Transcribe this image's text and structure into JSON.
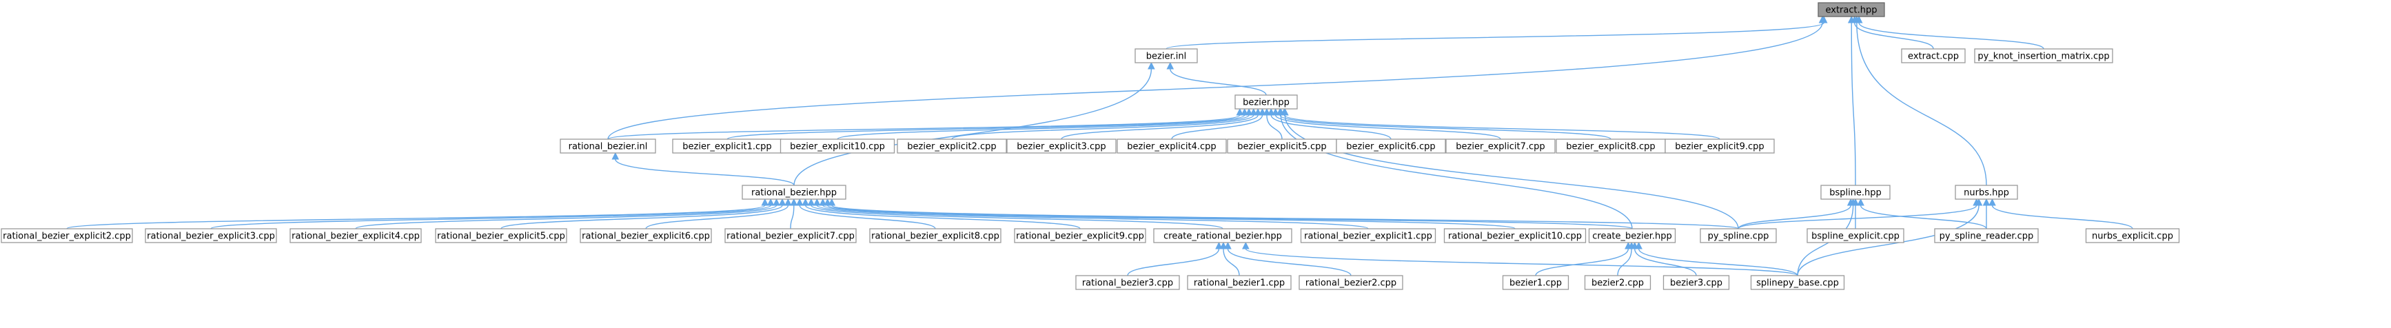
{
  "diagram": {
    "nodes": [
      {
        "id": "extract_hpp",
        "label": "extract.hpp",
        "root": true
      },
      {
        "id": "bezier_inl",
        "label": "bezier.inl"
      },
      {
        "id": "extract_cpp",
        "label": "extract.cpp"
      },
      {
        "id": "py_knot",
        "label": "py_knot_insertion_matrix.cpp"
      },
      {
        "id": "bezier_hpp",
        "label": "bezier.hpp"
      },
      {
        "id": "rational_bezier_inl",
        "label": "rational_bezier.inl"
      },
      {
        "id": "bezier_explicit1",
        "label": "bezier_explicit1.cpp"
      },
      {
        "id": "bezier_explicit10",
        "label": "bezier_explicit10.cpp"
      },
      {
        "id": "bezier_explicit2",
        "label": "bezier_explicit2.cpp"
      },
      {
        "id": "bezier_explicit3",
        "label": "bezier_explicit3.cpp"
      },
      {
        "id": "bezier_explicit4",
        "label": "bezier_explicit4.cpp"
      },
      {
        "id": "bezier_explicit5",
        "label": "bezier_explicit5.cpp"
      },
      {
        "id": "bezier_explicit6",
        "label": "bezier_explicit6.cpp"
      },
      {
        "id": "bezier_explicit7",
        "label": "bezier_explicit7.cpp"
      },
      {
        "id": "bezier_explicit8",
        "label": "bezier_explicit8.cpp"
      },
      {
        "id": "bezier_explicit9",
        "label": "bezier_explicit9.cpp"
      },
      {
        "id": "rational_bezier_hpp",
        "label": "rational_bezier.hpp"
      },
      {
        "id": "bspline_hpp",
        "label": "bspline.hpp"
      },
      {
        "id": "nurbs_hpp",
        "label": "nurbs.hpp"
      },
      {
        "id": "rbe2",
        "label": "rational_bezier_explicit2.cpp"
      },
      {
        "id": "rbe3",
        "label": "rational_bezier_explicit3.cpp"
      },
      {
        "id": "rbe4",
        "label": "rational_bezier_explicit4.cpp"
      },
      {
        "id": "rbe5",
        "label": "rational_bezier_explicit5.cpp"
      },
      {
        "id": "rbe6",
        "label": "rational_bezier_explicit6.cpp"
      },
      {
        "id": "rbe7",
        "label": "rational_bezier_explicit7.cpp"
      },
      {
        "id": "rbe8",
        "label": "rational_bezier_explicit8.cpp"
      },
      {
        "id": "rbe9",
        "label": "rational_bezier_explicit9.cpp"
      },
      {
        "id": "create_rational_bezier_hpp",
        "label": "create_rational_bezier.hpp"
      },
      {
        "id": "rbe1",
        "label": "rational_bezier_explicit1.cpp"
      },
      {
        "id": "rbe10",
        "label": "rational_bezier_explicit10.cpp"
      },
      {
        "id": "create_bezier_hpp",
        "label": "create_bezier.hpp"
      },
      {
        "id": "py_spline_cpp",
        "label": "py_spline.cpp"
      },
      {
        "id": "bspline_explicit",
        "label": "bspline_explicit.cpp"
      },
      {
        "id": "py_spline_reader",
        "label": "py_spline_reader.cpp"
      },
      {
        "id": "nurbs_explicit",
        "label": "nurbs_explicit.cpp"
      },
      {
        "id": "rational_bezier3",
        "label": "rational_bezier3.cpp"
      },
      {
        "id": "rational_bezier1",
        "label": "rational_bezier1.cpp"
      },
      {
        "id": "rational_bezier2",
        "label": "rational_bezier2.cpp"
      },
      {
        "id": "bezier1",
        "label": "bezier1.cpp"
      },
      {
        "id": "bezier2",
        "label": "bezier2.cpp"
      },
      {
        "id": "bezier3",
        "label": "bezier3.cpp"
      },
      {
        "id": "splinepy_base",
        "label": "splinepy_base.cpp"
      }
    ],
    "edges": [
      {
        "from": "bezier_inl",
        "to": "extract_hpp"
      },
      {
        "from": "rational_bezier_inl",
        "to": "extract_hpp"
      },
      {
        "from": "bspline_hpp",
        "to": "extract_hpp"
      },
      {
        "from": "nurbs_hpp",
        "to": "extract_hpp"
      },
      {
        "from": "extract_cpp",
        "to": "extract_hpp"
      },
      {
        "from": "py_knot",
        "to": "extract_hpp"
      },
      {
        "from": "bezier_hpp",
        "to": "bezier_inl"
      },
      {
        "from": "rational_bezier_hpp",
        "to": "bezier_inl"
      },
      {
        "from": "rational_bezier_inl",
        "to": "bezier_hpp"
      },
      {
        "from": "bezier_explicit1",
        "to": "bezier_hpp"
      },
      {
        "from": "bezier_explicit10",
        "to": "bezier_hpp"
      },
      {
        "from": "bezier_explicit2",
        "to": "bezier_hpp"
      },
      {
        "from": "bezier_explicit3",
        "to": "bezier_hpp"
      },
      {
        "from": "bezier_explicit4",
        "to": "bezier_hpp"
      },
      {
        "from": "bezier_explicit5",
        "to": "bezier_hpp"
      },
      {
        "from": "bezier_explicit6",
        "to": "bezier_hpp"
      },
      {
        "from": "bezier_explicit7",
        "to": "bezier_hpp"
      },
      {
        "from": "bezier_explicit8",
        "to": "bezier_hpp"
      },
      {
        "from": "bezier_explicit9",
        "to": "bezier_hpp"
      },
      {
        "from": "create_bezier_hpp",
        "to": "bezier_hpp"
      },
      {
        "from": "py_spline_cpp",
        "to": "bezier_hpp"
      },
      {
        "from": "rational_bezier_hpp",
        "to": "rational_bezier_inl"
      },
      {
        "from": "rbe2",
        "to": "rational_bezier_hpp"
      },
      {
        "from": "rbe3",
        "to": "rational_bezier_hpp"
      },
      {
        "from": "rbe4",
        "to": "rational_bezier_hpp"
      },
      {
        "from": "rbe5",
        "to": "rational_bezier_hpp"
      },
      {
        "from": "rbe6",
        "to": "rational_bezier_hpp"
      },
      {
        "from": "rbe7",
        "to": "rational_bezier_hpp"
      },
      {
        "from": "rbe8",
        "to": "rational_bezier_hpp"
      },
      {
        "from": "rbe9",
        "to": "rational_bezier_hpp"
      },
      {
        "from": "create_rational_bezier_hpp",
        "to": "rational_bezier_hpp"
      },
      {
        "from": "rbe1",
        "to": "rational_bezier_hpp"
      },
      {
        "from": "rbe10",
        "to": "rational_bezier_hpp"
      },
      {
        "from": "create_bezier_hpp",
        "to": "rational_bezier_hpp"
      },
      {
        "from": "py_spline_cpp",
        "to": "rational_bezier_hpp"
      },
      {
        "from": "rational_bezier3",
        "to": "create_rational_bezier_hpp"
      },
      {
        "from": "rational_bezier1",
        "to": "create_rational_bezier_hpp"
      },
      {
        "from": "rational_bezier2",
        "to": "create_rational_bezier_hpp"
      },
      {
        "from": "splinepy_base",
        "to": "create_rational_bezier_hpp"
      },
      {
        "from": "bezier1",
        "to": "create_bezier_hpp"
      },
      {
        "from": "bezier2",
        "to": "create_bezier_hpp"
      },
      {
        "from": "bezier3",
        "to": "create_bezier_hpp"
      },
      {
        "from": "splinepy_base",
        "to": "create_bezier_hpp"
      },
      {
        "from": "py_spline_cpp",
        "to": "bspline_hpp"
      },
      {
        "from": "bspline_explicit",
        "to": "bspline_hpp"
      },
      {
        "from": "py_spline_reader",
        "to": "bspline_hpp"
      },
      {
        "from": "splinepy_base",
        "to": "bspline_hpp"
      },
      {
        "from": "py_spline_cpp",
        "to": "nurbs_hpp"
      },
      {
        "from": "py_spline_reader",
        "to": "nurbs_hpp"
      },
      {
        "from": "nurbs_explicit",
        "to": "nurbs_hpp"
      },
      {
        "from": "splinepy_base",
        "to": "nurbs_hpp"
      }
    ],
    "colors": {
      "edge": "#63a7e8",
      "node_border": "#999999",
      "root_fill": "#999999",
      "node_fill": "#ffffff",
      "text": "#000000"
    }
  }
}
